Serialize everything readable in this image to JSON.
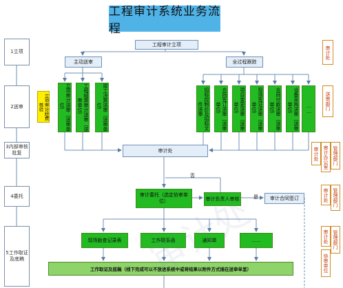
{
  "title": "工程审计系统业务流程",
  "steps": [
    "1立项",
    "2送审",
    "3内部审核批复",
    "4委托",
    "5工作取证及底稿"
  ],
  "nodes": {
    "project": "工程审计立项",
    "active": "主动送审",
    "full": "全过程跟踪",
    "fee": "立项审计经费核验",
    "audit_office": "审计处",
    "entrust": "审计委托（选定协审单位）",
    "manager_review": "审计负责人审核",
    "contract": "审计合同签订",
    "no_label": "否",
    "yes_label": "是",
    "survey": "现场勘查记录表",
    "contact": "工作联系函",
    "notice": "通知单",
    "dots": "……",
    "evidence_bar": "工作取证及底稿（线下完成可以不放进系统中或将结果以附件方式插在送审单里）",
    "watermark": "审计处"
  },
  "active_items": [
    "立项审计送审（送审单位）",
    "工程结算审计送审（送审单位）",
    "竣工决算送审（送审单位）"
  ],
  "full_items": [
    "招标控制价及招标文件送审",
    "合同签订送审（送审单位）",
    "项目变更送审（送审单位）",
    "现场签证送审（送审单位）",
    "合同付款送审（送审单位）",
    "设备采购送审（送审单位）",
    "……"
  ],
  "right_tags": {
    "r1": "审计处",
    "r2": "送审部门",
    "r3a": "审计处",
    "r3b": "审计办公室",
    "r3c": "管理部门",
    "r4a": "审计处",
    "r4b": "管理部门",
    "r5a": "审计处",
    "r5b": "协审单位",
    "r5c": "管理部门"
  },
  "colors": {
    "title_bg": "#4fb3e8",
    "green": "#22bb22",
    "light_green_bar": "#8fd46a",
    "yellow": "#ffee00",
    "line": "#6f8fb5"
  }
}
